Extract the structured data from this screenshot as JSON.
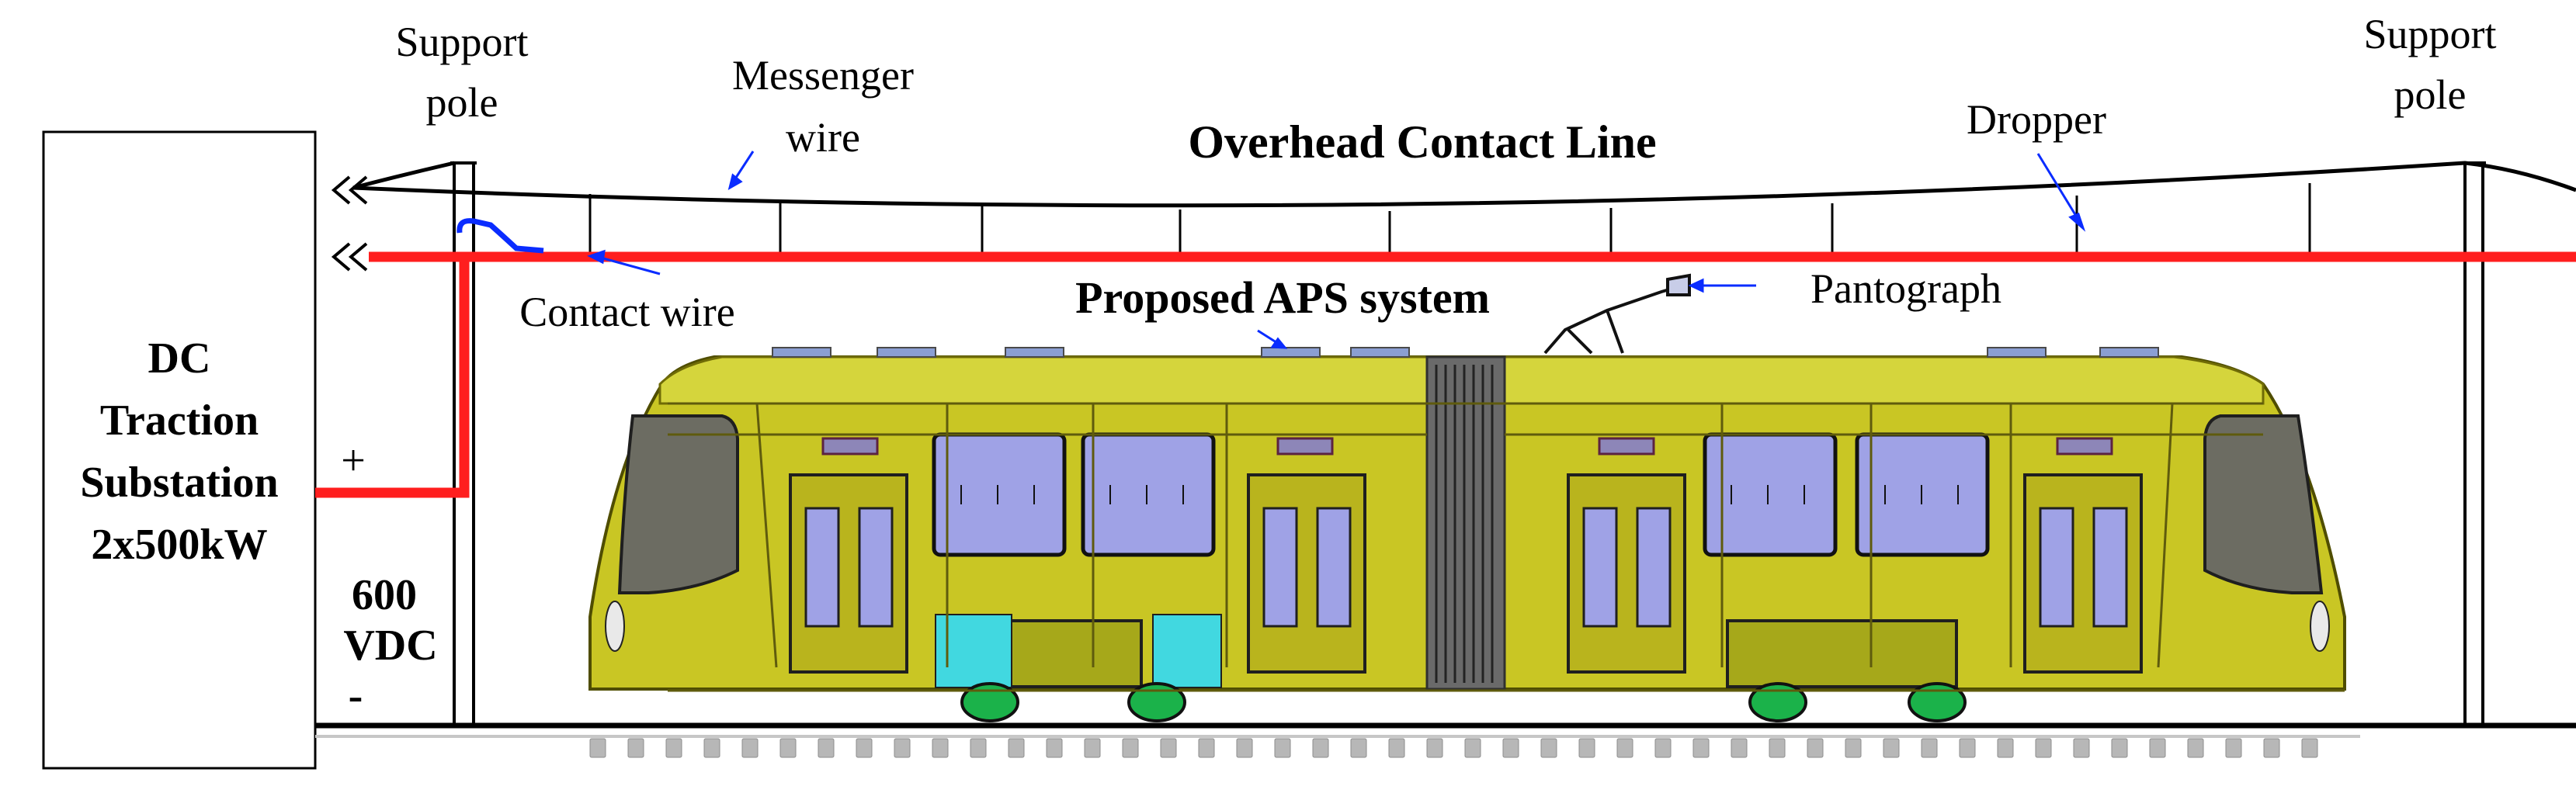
{
  "labels": {
    "support_pole_left": [
      "Support",
      "pole"
    ],
    "support_pole_right": [
      "Support",
      "pole"
    ],
    "messenger_wire": [
      "Messenger",
      "wire"
    ],
    "overhead_contact_line": "Overhead Contact Line",
    "dropper": "Dropper",
    "contact_wire": "Contact wire",
    "proposed_aps_system": "Proposed APS system",
    "pantograph": "Pantograph",
    "substation": [
      "DC",
      "Traction",
      "Substation",
      "2x500kW"
    ],
    "plus": "+",
    "minus": "-",
    "voltage": [
      "600",
      "VDC"
    ]
  },
  "colors": {
    "contact_wire": "#ff1e1e",
    "feeder": "#ff1e1e",
    "arrow": "#0a2cff",
    "tram_body": "#c9c624",
    "tram_body_dark": "#a9a417",
    "tram_window": "#9fa2e6",
    "tram_cyan": "#41d8e0",
    "wheel": "#1bb24a",
    "line": "#000000"
  }
}
